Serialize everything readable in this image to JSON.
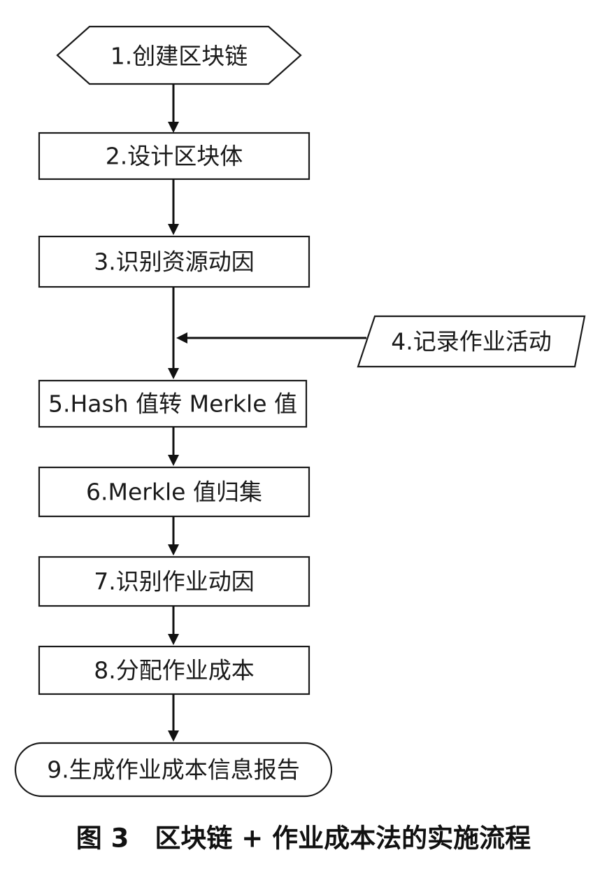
{
  "diagram": {
    "nodes": [
      {
        "id": "n1",
        "label": "1.创建区块链",
        "shape": "hexagon"
      },
      {
        "id": "n2",
        "label": "2.设计区块体",
        "shape": "rectangle"
      },
      {
        "id": "n3",
        "label": "3.识别资源动因",
        "shape": "rectangle"
      },
      {
        "id": "n4",
        "label": "4.记录作业活动",
        "shape": "parallelogram"
      },
      {
        "id": "n5",
        "label": "5.Hash 值转 Merkle 值",
        "shape": "rectangle"
      },
      {
        "id": "n6",
        "label": "6.Merkle 值归集",
        "shape": "rectangle"
      },
      {
        "id": "n7",
        "label": "7.识别作业动因",
        "shape": "rectangle"
      },
      {
        "id": "n8",
        "label": "8.分配作业成本",
        "shape": "rectangle"
      },
      {
        "id": "n9",
        "label": "9.生成作业成本信息报告",
        "shape": "rounded-terminal"
      }
    ],
    "edges": [
      {
        "from": "n1",
        "to": "n2"
      },
      {
        "from": "n2",
        "to": "n3"
      },
      {
        "from": "n3",
        "to": "n5"
      },
      {
        "from": "n4",
        "to": "n3-n5-flow"
      },
      {
        "from": "n5",
        "to": "n6"
      },
      {
        "from": "n6",
        "to": "n7"
      },
      {
        "from": "n7",
        "to": "n8"
      },
      {
        "from": "n8",
        "to": "n9"
      }
    ]
  },
  "caption": "图 3　区块链 + 作业成本法的实施流程",
  "colors": {
    "stroke": "#1a1a1a",
    "fill": "#ffffff",
    "text": "#1a1a1a"
  }
}
